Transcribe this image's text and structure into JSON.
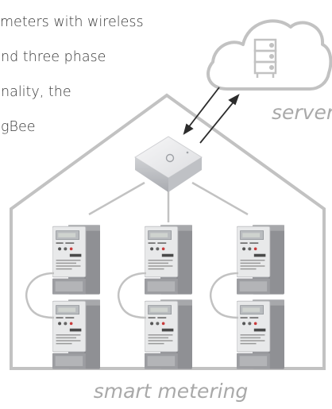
{
  "text_fragment": {
    "lines": [
      "meters with wireless",
      "nd three phase",
      "nality, the",
      "gBee"
    ]
  },
  "labels": {
    "server": "server",
    "caption": "smart metering"
  },
  "colors": {
    "outline": "#c2c2c2",
    "label": "#a9a9a9",
    "text": "#3a3a3a",
    "meter_housing": "#8f9094",
    "meter_face": "#e8e9ea",
    "gateway": "#e9eaeb",
    "arrow": "#2c2c2c"
  },
  "icons": {
    "cloud": "cloud-outline-icon",
    "server": "server-rack-icon",
    "gateway": "gateway-hub-icon",
    "meter": "electricity-meter-icon"
  }
}
